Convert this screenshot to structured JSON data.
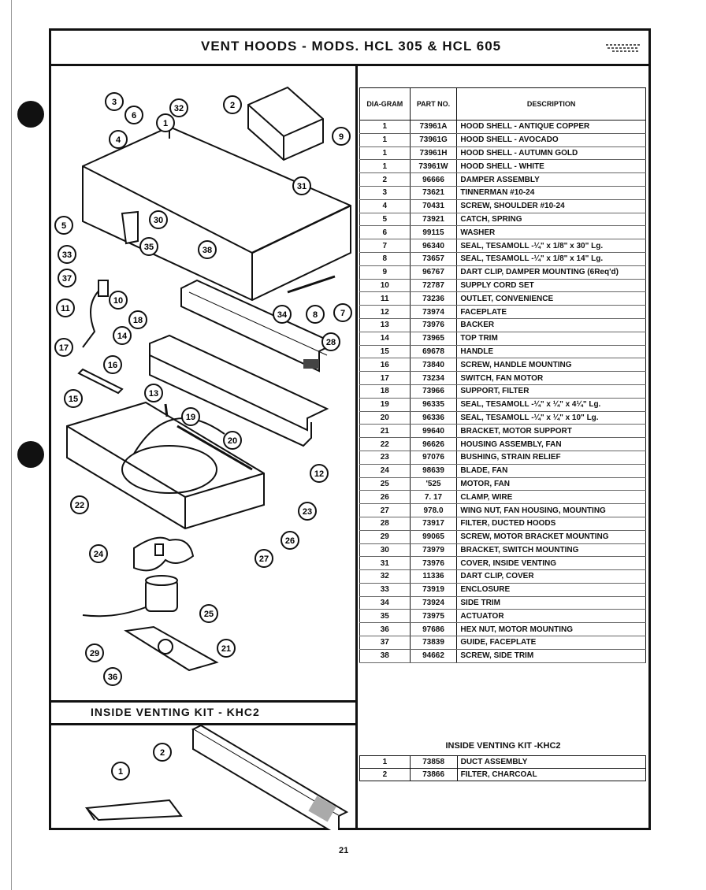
{
  "title": "VENT HOODS - MODS. HCL 305 & HCL 605",
  "kit_section_label": "INSIDE VENTING KIT - KHC2",
  "table_headers": {
    "diagram": "DIA-GRAM",
    "part_no": "PART NO.",
    "description": "DESCRIPTION"
  },
  "parts": [
    {
      "dia": "1",
      "part": "73961A",
      "desc": "HOOD SHELL - ANTIQUE COPPER"
    },
    {
      "dia": "1",
      "part": "73961G",
      "desc": "HOOD SHELL - AVOCADO"
    },
    {
      "dia": "1",
      "part": "73961H",
      "desc": "HOOD SHELL - AUTUMN GOLD"
    },
    {
      "dia": "1",
      "part": "73961W",
      "desc": "HOOD SHELL - WHITE"
    },
    {
      "dia": "2",
      "part": "96666",
      "desc": "DAMPER ASSEMBLY"
    },
    {
      "dia": "3",
      "part": "73621",
      "desc": "TINNERMAN #10-24"
    },
    {
      "dia": "4",
      "part": "70431",
      "desc": "SCREW, SHOULDER #10-24"
    },
    {
      "dia": "5",
      "part": "73921",
      "desc": "CATCH, SPRING"
    },
    {
      "dia": "6",
      "part": "99115",
      "desc": "WASHER"
    },
    {
      "dia": "7",
      "part": "96340",
      "desc": "SEAL, TESAMOLL -¼\" x 1/8\" x 30\" Lg."
    },
    {
      "dia": "8",
      "part": "73657",
      "desc": "SEAL, TESAMOLL -¼\" x 1/8\" x 14\" Lg."
    },
    {
      "dia": "9",
      "part": "96767",
      "desc": "DART CLIP, DAMPER MOUNTING (6Req'd)"
    },
    {
      "dia": "10",
      "part": "72787",
      "desc": "SUPPLY CORD SET"
    },
    {
      "dia": "11",
      "part": "73236",
      "desc": "OUTLET, CONVENIENCE"
    },
    {
      "dia": "12",
      "part": "73974",
      "desc": "FACEPLATE"
    },
    {
      "dia": "13",
      "part": "73976",
      "desc": "BACKER"
    },
    {
      "dia": "14",
      "part": "73965",
      "desc": "TOP TRIM"
    },
    {
      "dia": "15",
      "part": "69678",
      "desc": "HANDLE"
    },
    {
      "dia": "16",
      "part": "73840",
      "desc": "SCREW, HANDLE MOUNTING"
    },
    {
      "dia": "17",
      "part": "73234",
      "desc": "SWITCH, FAN MOTOR"
    },
    {
      "dia": "18",
      "part": "73966",
      "desc": "SUPPORT, FILTER"
    },
    {
      "dia": "19",
      "part": "96335",
      "desc": "SEAL, TESAMOLL -¼\" x ¼\" x 4¼\" Lg."
    },
    {
      "dia": "20",
      "part": "96336",
      "desc": "SEAL, TESAMOLL -¼\" x ¼\" x 10\" Lg."
    },
    {
      "dia": "21",
      "part": "99640",
      "desc": "BRACKET, MOTOR SUPPORT"
    },
    {
      "dia": "22",
      "part": "96626",
      "desc": "HOUSING ASSEMBLY, FAN"
    },
    {
      "dia": "23",
      "part": "97076",
      "desc": "BUSHING, STRAIN RELIEF"
    },
    {
      "dia": "24",
      "part": "98639",
      "desc": "BLADE, FAN"
    },
    {
      "dia": "25",
      "part": "'525",
      "desc": "MOTOR, FAN"
    },
    {
      "dia": "26",
      "part": "7. 17",
      "desc": "CLAMP, WIRE"
    },
    {
      "dia": "27",
      "part": "978.0",
      "desc": "WING NUT, FAN HOUSING, MOUNTING"
    },
    {
      "dia": "28",
      "part": "73917",
      "desc": "FILTER, DUCTED HOODS"
    },
    {
      "dia": "29",
      "part": "99065",
      "desc": "SCREW, MOTOR BRACKET MOUNTING"
    },
    {
      "dia": "30",
      "part": "73979",
      "desc": "BRACKET, SWITCH MOUNTING"
    },
    {
      "dia": "31",
      "part": "73976",
      "desc": "COVER, INSIDE VENTING"
    },
    {
      "dia": "32",
      "part": "11336",
      "desc": "DART CLIP, COVER"
    },
    {
      "dia": "33",
      "part": "73919",
      "desc": "ENCLOSURE"
    },
    {
      "dia": "34",
      "part": "73924",
      "desc": "SIDE TRIM"
    },
    {
      "dia": "35",
      "part": "73975",
      "desc": "ACTUATOR"
    },
    {
      "dia": "36",
      "part": "97686",
      "desc": "HEX NUT, MOTOR MOUNTING"
    },
    {
      "dia": "37",
      "part": "73839",
      "desc": "GUIDE, FACEPLATE"
    },
    {
      "dia": "38",
      "part": "94662",
      "desc": "SCREW, SIDE TRIM"
    }
  ],
  "kit_title": "INSIDE VENTING KIT -KHC2",
  "kit_parts": [
    {
      "dia": "1",
      "part": "73858",
      "desc": "DUCT ASSEMBLY"
    },
    {
      "dia": "2",
      "part": "73866",
      "desc": "FILTER, CHARCOAL"
    }
  ],
  "callouts_main": [
    "1",
    "2",
    "3",
    "4",
    "5",
    "6",
    "7",
    "8",
    "9",
    "10",
    "11",
    "12",
    "13",
    "14",
    "15",
    "16",
    "17",
    "18",
    "19",
    "20",
    "21",
    "22",
    "23",
    "24",
    "25",
    "26",
    "27",
    "28",
    "29",
    "30",
    "31",
    "32",
    "33",
    "34",
    "35",
    "36",
    "37",
    "38"
  ],
  "callouts_kit": [
    "1",
    "2"
  ],
  "page_number": "21"
}
